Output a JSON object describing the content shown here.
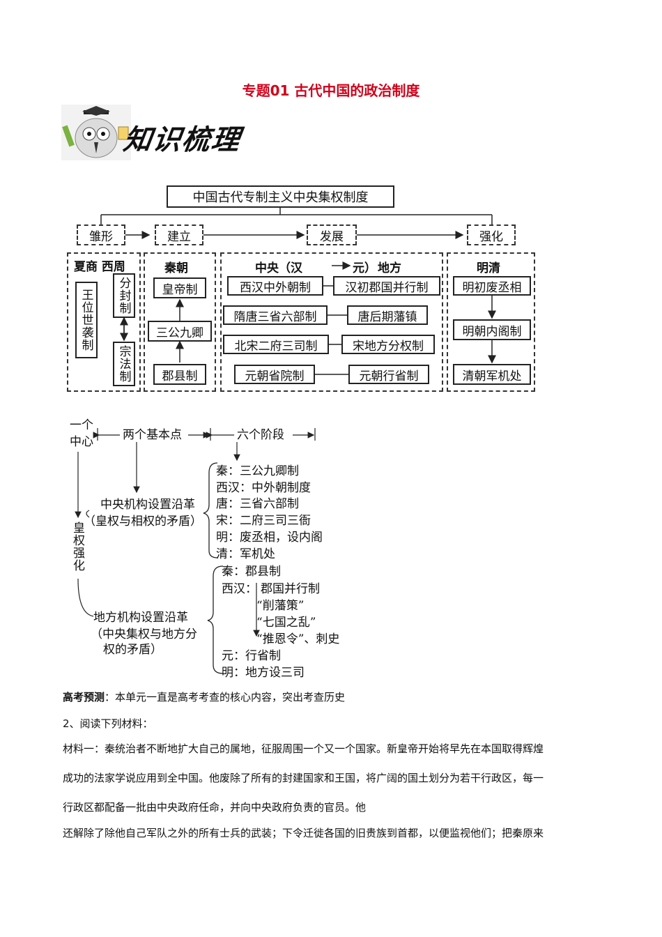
{
  "title": "专题01  古代中国的政治制度",
  "logo": {
    "icon": "owl-scholar-icon",
    "text": "知识梳理"
  },
  "chart1": {
    "root": "中国古代专制主义中央集权制度",
    "stages": [
      "雏形",
      "建立",
      "发展",
      "强化"
    ],
    "col1": {
      "header": "夏商 西周",
      "left": "王位世袭制",
      "top": "分封制",
      "bottom": "宗法制"
    },
    "col2": {
      "header": "秦朝",
      "items": [
        "皇帝制",
        "三公九卿",
        "郡县制"
      ]
    },
    "col3": {
      "header_central": "中央（汉",
      "header_mid": "元）",
      "header_local": "地方",
      "rows": [
        [
          "西汉中外朝制",
          "汉初郡国并行制"
        ],
        [
          "隋唐三省六部制",
          "唐后期藩镇"
        ],
        [
          "北宋二府三司制",
          "宋地方分权制"
        ],
        [
          "元朝省院制",
          "元朝行省制"
        ]
      ]
    },
    "col4": {
      "header": "明清",
      "items": [
        "明初废丞相",
        "明朝内阁制",
        "清朝军机处"
      ]
    }
  },
  "chart2": {
    "center_top": "一个",
    "center_bottom": "中心",
    "two_points": "两个基本点",
    "six_stages": "六个阶段",
    "central_title": "中央机构设置沿革",
    "central_sub": "（皇权与相权的矛盾）",
    "central_items": [
      "秦：三公九卿制",
      "西汉：中外朝制度",
      "唐：三省六部制",
      "宋：二府三司三衙",
      "明：废丞相，设内阁",
      "清：军机处"
    ],
    "vertical": "皇权强化",
    "local_title": "地方机构设置沿革",
    "local_sub1": "（中央集权与地方分",
    "local_sub2": "权的矛盾）",
    "local_qin": "秦：郡县制",
    "local_xihan": "西汉：",
    "local_xihan_items": [
      "郡国并行制",
      "“削藩策”",
      "“七国之乱”",
      "“推恩令”、刺史"
    ],
    "local_yuan": "元：行省制",
    "local_ming": "明：地方设三司"
  },
  "text": {
    "forecast_label": "高考预测",
    "forecast_body": "：本单元一直是高考考查的核心内容，突出考查历史",
    "q2": "2、阅读下列材料：",
    "lines": [
      "材料一：秦统治者不断地扩大自己的属地，征服周围一个又一个国家。新皇帝开始将早先在本国取得辉煌",
      "成功的法家学说应用到全中国。他废除了所有的封建国家和王国，将广阔的国土划分为若干行政区，每一",
      "行政区都配备一批由中央政府任命，并向中央政府负责的官员。他",
      "还解除了除他自己军队之外的所有士兵的武装；下令迁徙各国的旧贵族到首都，以便监视他们；把秦原来"
    ]
  },
  "colors": {
    "title": "#d0021b"
  }
}
